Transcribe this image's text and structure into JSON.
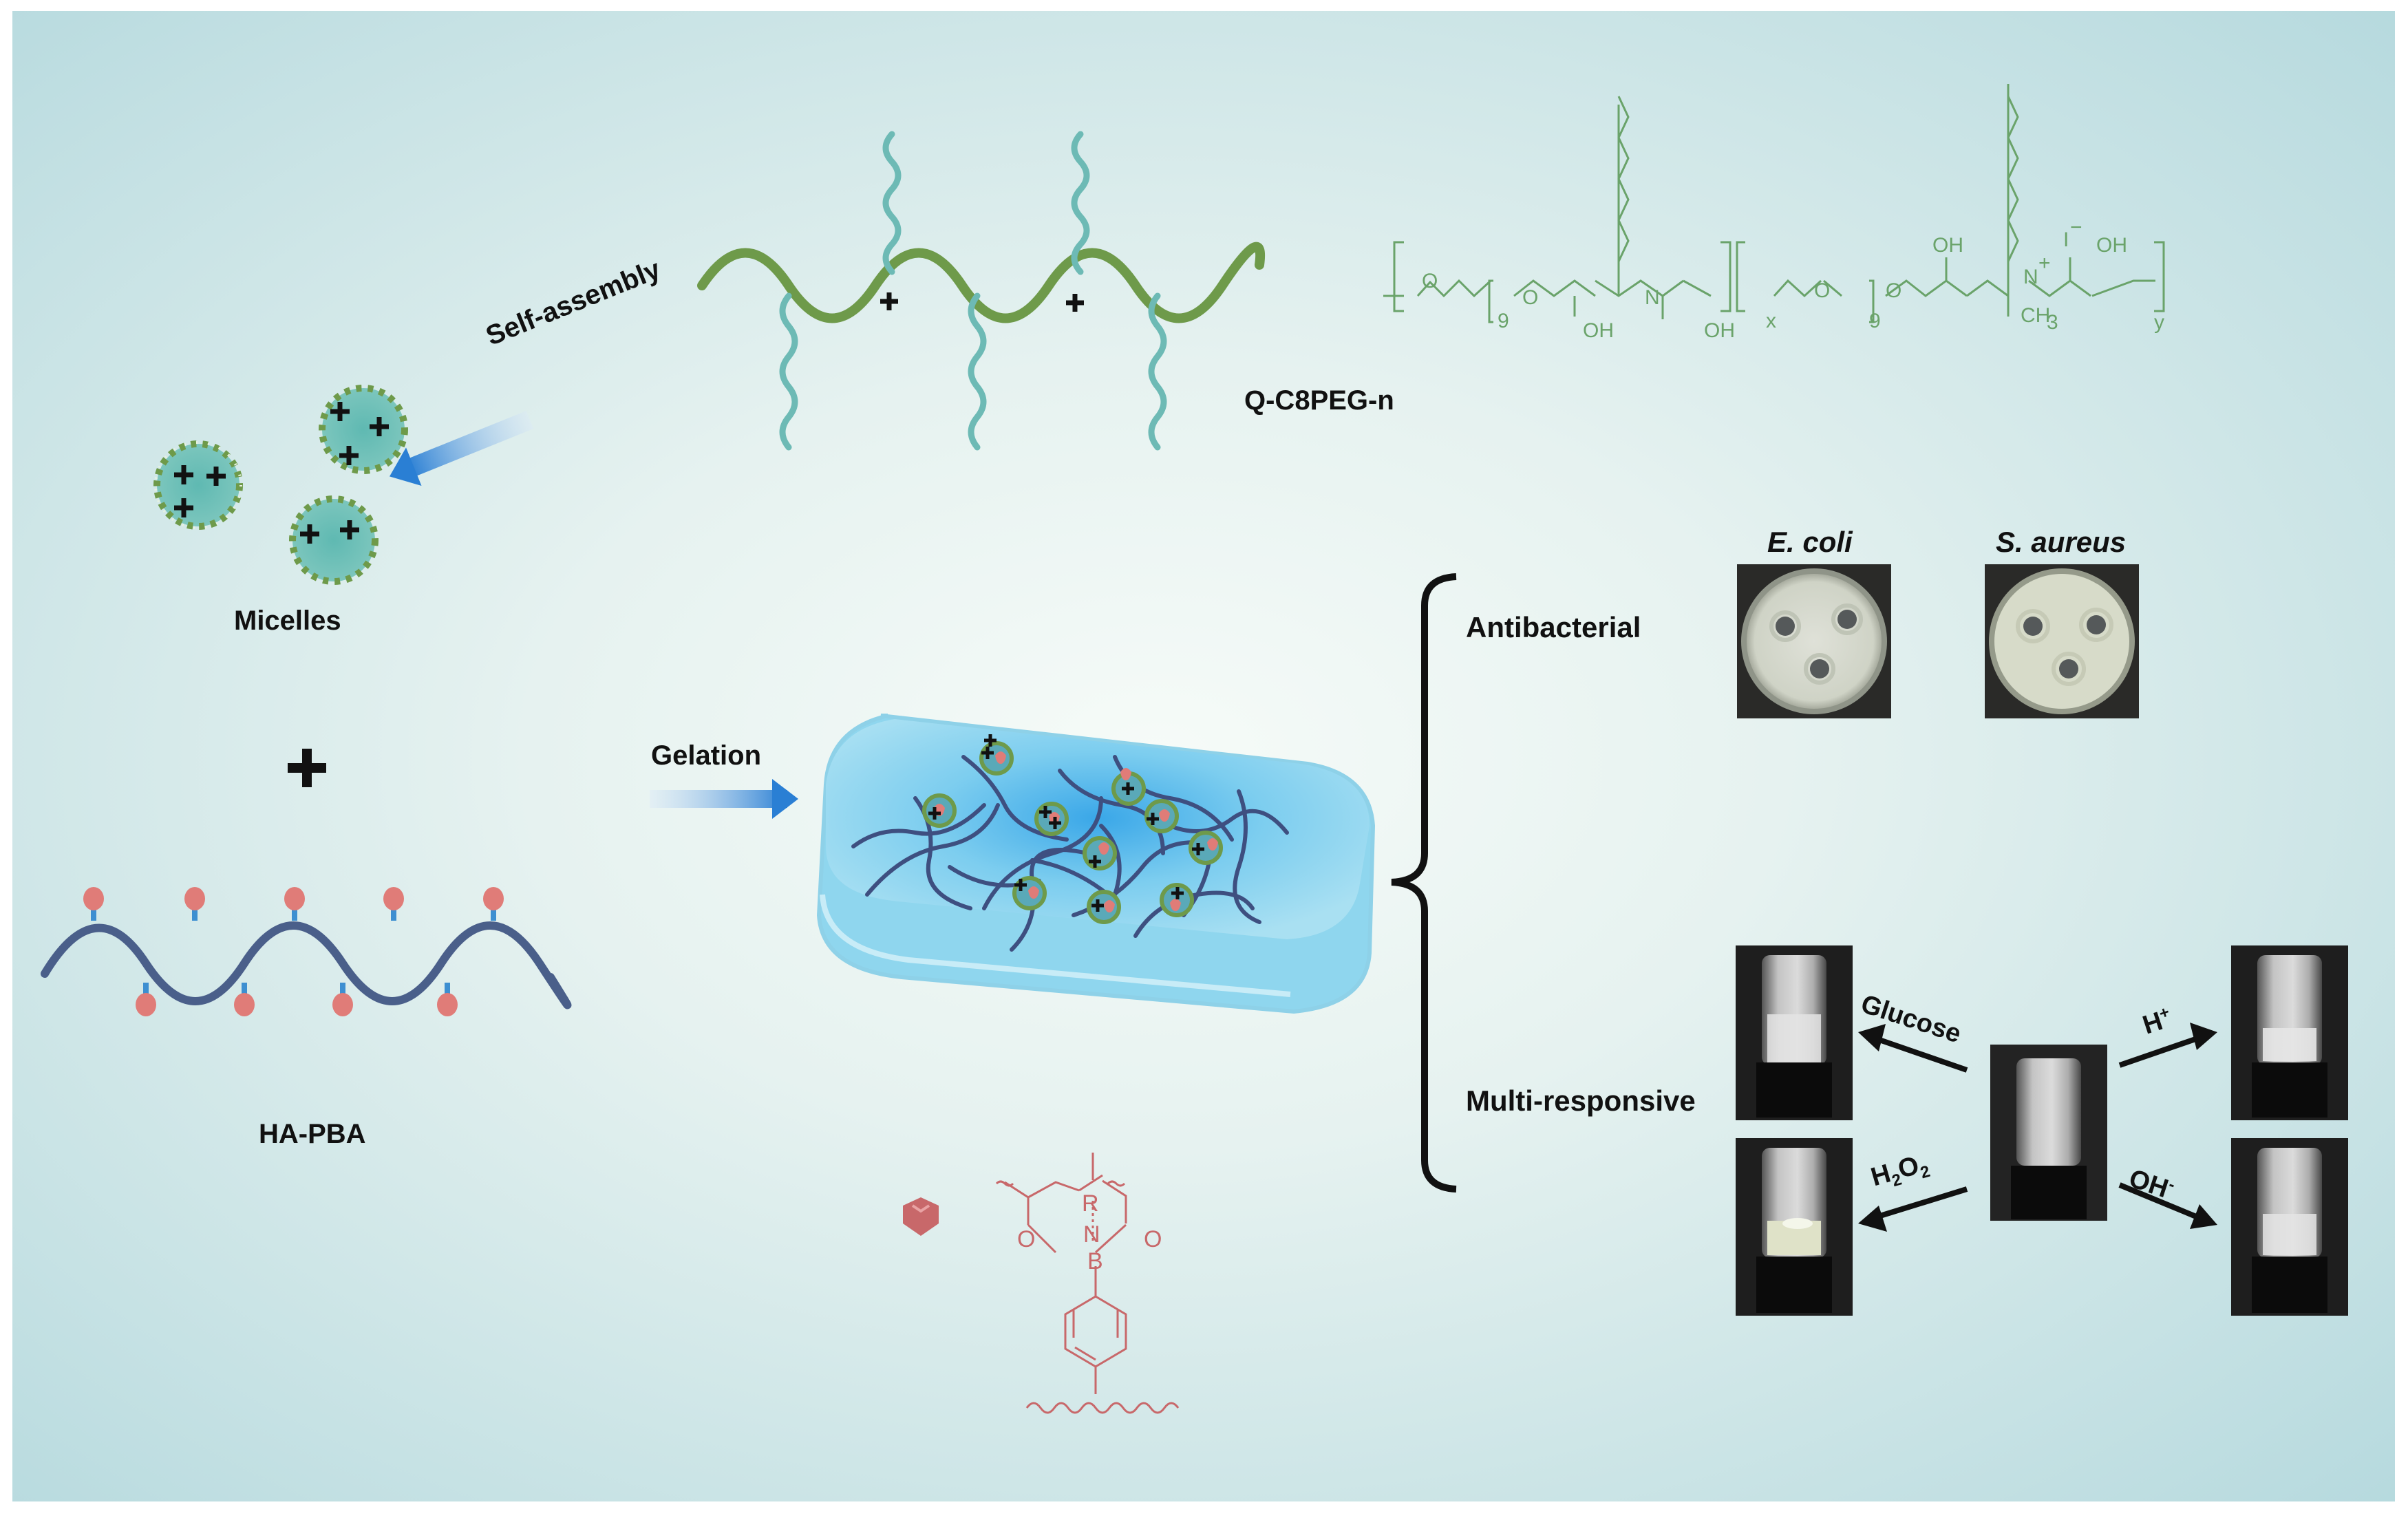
{
  "labels": {
    "self_assembly": "Self-assembly",
    "q_c8peg": "Q-C8PEG-n",
    "micelles": "Micelles",
    "plus": "+",
    "ha_pba": "HA-PBA",
    "gelation": "Gelation",
    "antibacterial": "Antibacterial",
    "multi_responsive": "Multi-responsive",
    "e_coli": "E. coli",
    "s_aureus": "S. aureus",
    "glucose": "Glucose",
    "h_plus": "H",
    "h_plus_sup": "+",
    "h2o2_h": "H",
    "h2o2_2a": "2",
    "h2o2_o": "O",
    "h2o2_2b": "2",
    "oh_minus": "OH",
    "oh_minus_sup": "-"
  },
  "chem_top": {
    "o": "O",
    "nine_1": "9",
    "nine_2": "9",
    "oh_1": "OH",
    "oh_2": "OH",
    "oh_3": "OH",
    "oh_4": "OH",
    "n": "N",
    "n_plus": "N",
    "plus_sup": "+",
    "iodide": "I",
    "iodide_sup": "−",
    "ch3": "CH",
    "ch3_sub": "3",
    "x": "x",
    "y": "y"
  },
  "chem_bottom": {
    "r": "R",
    "n": "N",
    "o": "O",
    "b": "B"
  },
  "colors": {
    "background": "#cfe6ea",
    "polymer_green": "#6e9a4a",
    "side_chain_teal": "#6dbab5",
    "ha_chain": "#4a5f8a",
    "pba_dot": "#e07c78",
    "link_blue": "#3d8fd1",
    "gel_blue": "#7fd0ec",
    "arrow_blue": "#2a7fd4"
  }
}
